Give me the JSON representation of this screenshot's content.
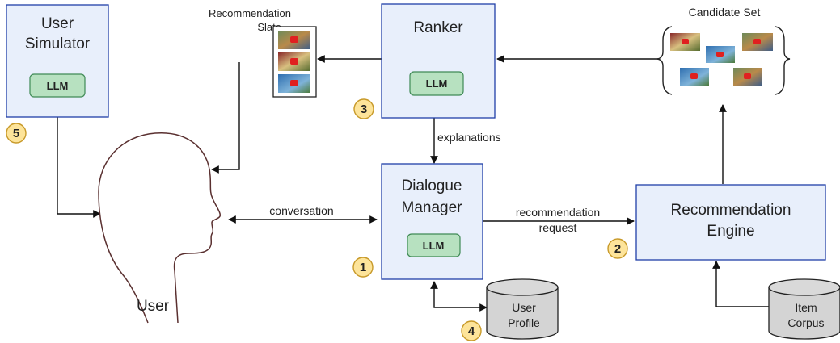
{
  "nodes": {
    "user_simulator": {
      "line1": "User",
      "line2": "Simulator"
    },
    "ranker": {
      "title": "Ranker"
    },
    "dialogue_manager": {
      "line1": "Dialogue",
      "line2": "Manager"
    },
    "recommendation_engine": {
      "line1": "Recommendation",
      "line2": "Engine"
    },
    "user": {
      "label": "User"
    },
    "user_profile": {
      "line1": "User",
      "line2": "Profile"
    },
    "item_corpus": {
      "line1": "Item",
      "line2": "Corpus"
    },
    "recommendation_slate": {
      "line1": "Recommendation",
      "line2": "Slate"
    },
    "candidate_set": {
      "label": "Candidate Set"
    }
  },
  "llm_label": "LLM",
  "edges": {
    "explanations": "explanations",
    "conversation": "conversation",
    "rec_request_line1": "recommendation",
    "rec_request_line2": "request"
  },
  "badges": {
    "b1": "1",
    "b2": "2",
    "b3": "3",
    "b4": "4",
    "b5": "5"
  },
  "colors": {
    "box_fill": "#e8effb",
    "box_stroke": "#1f3fa8",
    "llm_fill": "#b7e1c0",
    "llm_stroke": "#3f8a55",
    "badge_fill": "#fde49a",
    "badge_stroke": "#c89a2a",
    "head_stroke": "#5a3030"
  }
}
